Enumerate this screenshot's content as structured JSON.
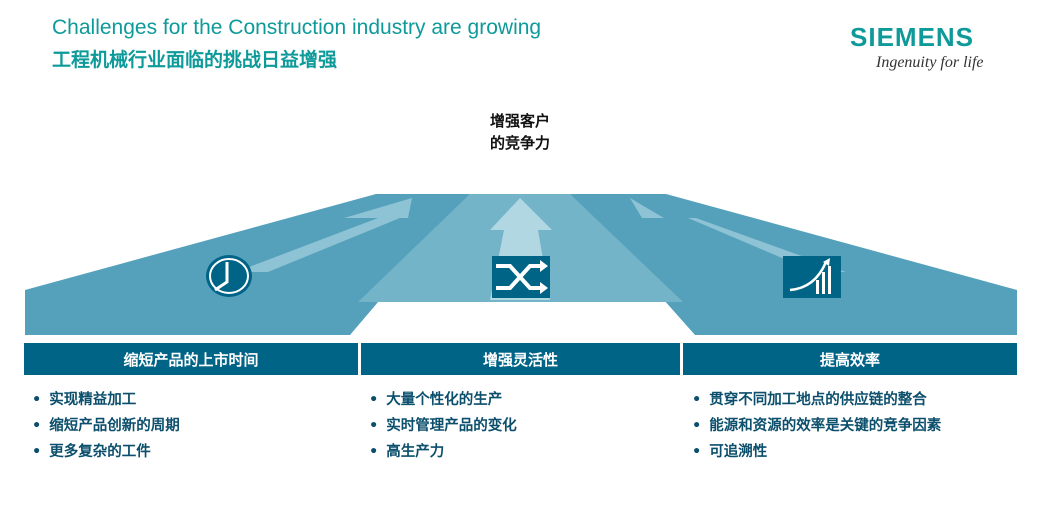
{
  "title_en": "Challenges for the Construction industry are growing",
  "title_cn": "工程机械行业面临的挑战日益增强",
  "logo": "SIEMENS",
  "tagline": "Ingenuity for life",
  "goal": [
    "增强客户",
    "的竞争力"
  ],
  "columns": [
    {
      "title": "缩短产品的上市时间",
      "icon": "clock-icon",
      "items": [
        "实现精益加工",
        "缩短产品创新的周期",
        "更多复杂的工件"
      ]
    },
    {
      "title": "增强灵活性",
      "icon": "shuffle-icon",
      "items": [
        "大量个性化的生产",
        "实时管理产品的变化",
        "高生产力"
      ]
    },
    {
      "title": "提高效率",
      "icon": "growth-chart-icon",
      "items": [
        "贯穿不同加工地点的供应链的整合",
        "能源和资源的效率是关键的竞争因素",
        "可追溯性"
      ]
    }
  ],
  "colors": {
    "brand": "#0f9a9a",
    "header": "#006487",
    "band": "#55a1bb",
    "center": "#74b4c9",
    "arrow": "#8dc3d4"
  }
}
